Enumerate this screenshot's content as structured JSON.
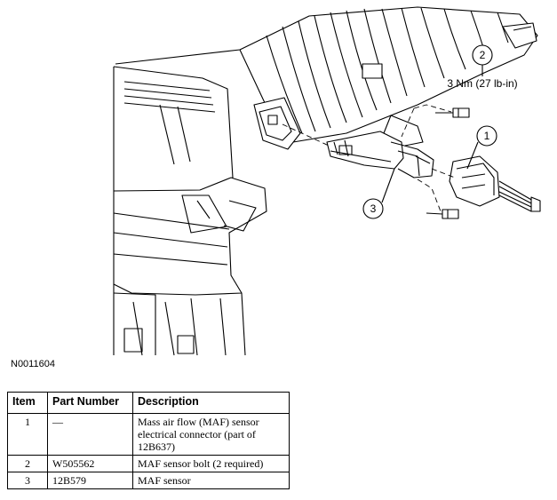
{
  "callouts": [
    {
      "num": "1"
    },
    {
      "num": "2",
      "spec": "3 Nm (27 lb-in)"
    },
    {
      "num": "3"
    }
  ],
  "figure_id": "N0011604",
  "table": {
    "headers": {
      "item": "Item",
      "part": "Part Number",
      "desc": "Description"
    },
    "rows": [
      {
        "item": "1",
        "part": "—",
        "desc": "Mass air flow (MAF) sensor electrical connector (part of 12B637)"
      },
      {
        "item": "2",
        "part": "W505562",
        "desc": "MAF sensor bolt (2 required)"
      },
      {
        "item": "3",
        "part": "12B579",
        "desc": "MAF sensor"
      }
    ]
  }
}
